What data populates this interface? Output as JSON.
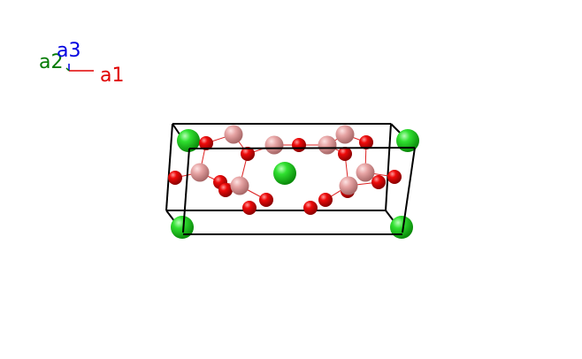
{
  "axes": {
    "a1": {
      "label": "a1",
      "color": "#e00000"
    },
    "a2": {
      "label": "a2",
      "color": "#007a00"
    },
    "a3": {
      "label": "a3",
      "color": "#0000e0"
    }
  },
  "atom_colors": {
    "large_green": "#22dd22",
    "pink": "#e8a0a0",
    "red": "#ee0000",
    "bond": "#dd2222",
    "cell_edge": "#000000"
  }
}
